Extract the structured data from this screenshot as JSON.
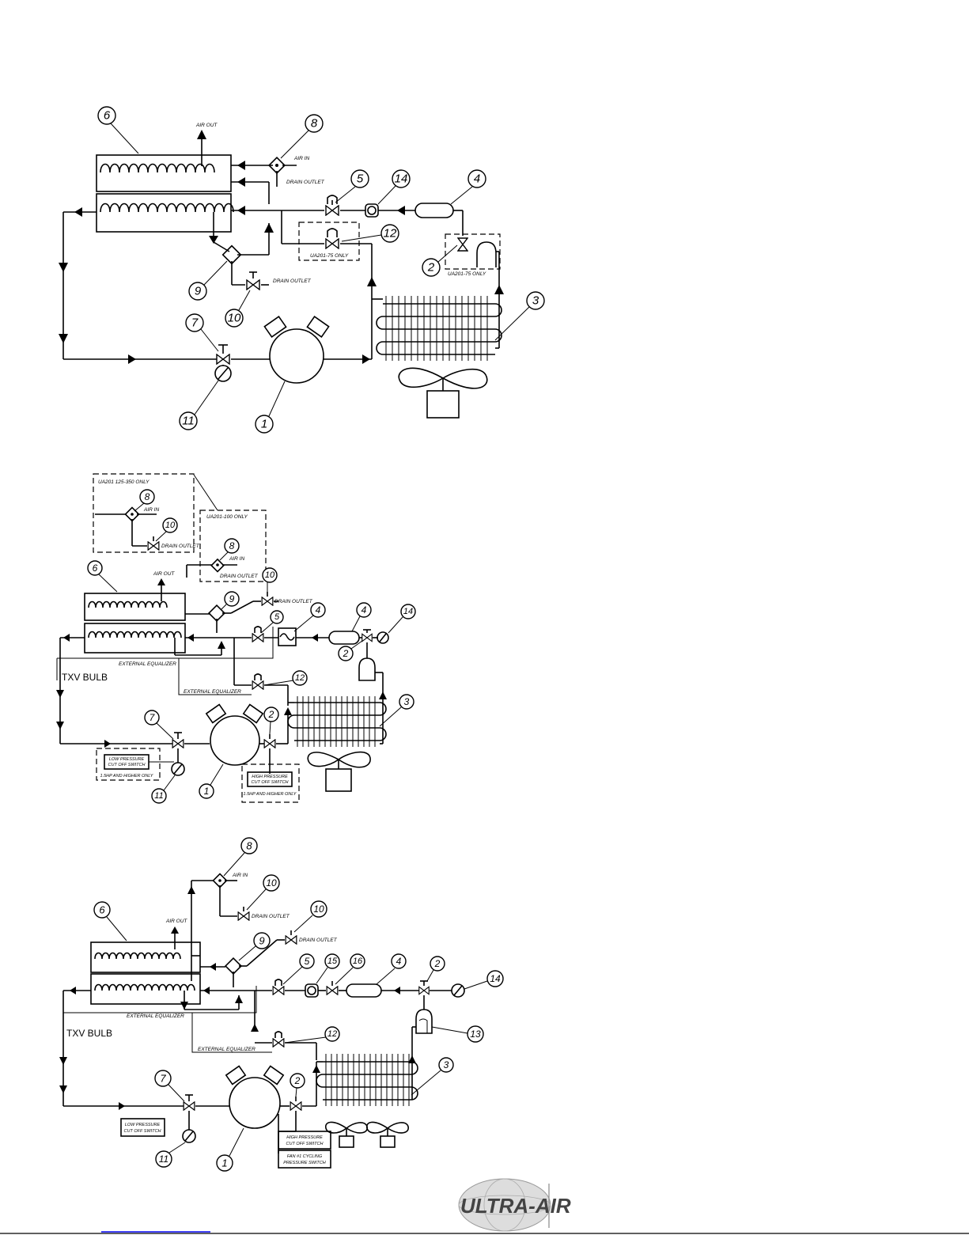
{
  "labels": {
    "air_out": "AIR OUT",
    "air_in": "AIR IN",
    "drain_outlet": "DRAIN OUTLET",
    "ua201_75_only": "UA201-75 ONLY",
    "ua201_125_350_only": "UA201 125-350 ONLY",
    "ua201_100_only": "UA201-100 ONLY",
    "external_equalizer": "EXTERNAL EQUALIZER",
    "txv_bulb": "TXV BULB",
    "low_pressure_1": "LOW PRESSURE",
    "low_pressure_2": "CUT OFF SWITCH",
    "high_pressure_1": "HIGH PRESSURE",
    "high_pressure_2": "CUT OFF SWITCH",
    "hp_and_higher": "1.5HP AND HIGHER ONLY",
    "fan_cycling_1": "FAN #1 CYCLING",
    "fan_cycling_2": "PRESSURE SWITCH"
  },
  "callouts": {
    "n1": "1",
    "n2": "2",
    "n3": "3",
    "n4": "4",
    "n5": "5",
    "n6": "6",
    "n7": "7",
    "n8": "8",
    "n9": "9",
    "n10": "10",
    "n11": "11",
    "n12": "12",
    "n13": "13",
    "n14": "14",
    "n15": "15",
    "n16": "16"
  },
  "logo": {
    "text": "ULTRA-AIR"
  },
  "colors": {
    "footer_rule": "#0000ee",
    "line": "#000000"
  }
}
